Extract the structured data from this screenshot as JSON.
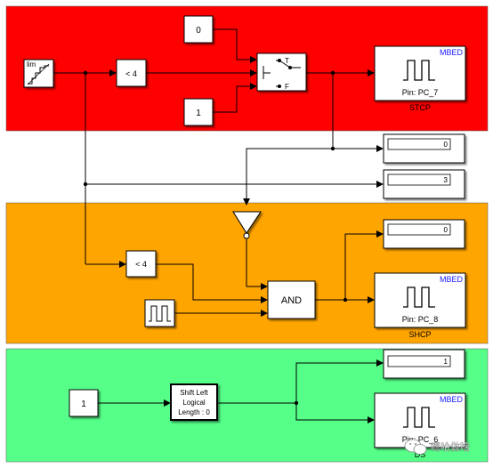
{
  "areas": {
    "stcp": {
      "color": "#ff0000"
    },
    "shcp": {
      "color": "#ffa500"
    },
    "ds": {
      "color": "#55ff88"
    }
  },
  "stcp": {
    "const_top": "0",
    "const_bottom": "1",
    "lim_label": "lim",
    "compare_label": "< 4",
    "switch_true": "T",
    "switch_false": "F",
    "mbed_title": "MBED",
    "mbed_pin": "Pin: PC_7",
    "mbed_caption": "STCP",
    "display_value": "0"
  },
  "middle": {
    "display_value": "3"
  },
  "shcp": {
    "display_top_value": "0",
    "compare_label": "< 4",
    "and_label": "AND",
    "mbed_title": "MBED",
    "mbed_pin": "Pin: PC_8",
    "mbed_caption": "SHCP"
  },
  "ds": {
    "const_value": "1",
    "shift_line1": "Shift Left",
    "shift_line2": "Logical",
    "shift_line3": "Length : 0",
    "display_value": "1",
    "mbed_title": "MBED",
    "mbed_pin": "Pin: PC_6",
    "mbed_caption": "DS",
    "watermark": "嗯哈做啥"
  },
  "icons": [
    "pulse-icon",
    "ramp-icon",
    "not-triangle-icon",
    "wechat-icon"
  ]
}
